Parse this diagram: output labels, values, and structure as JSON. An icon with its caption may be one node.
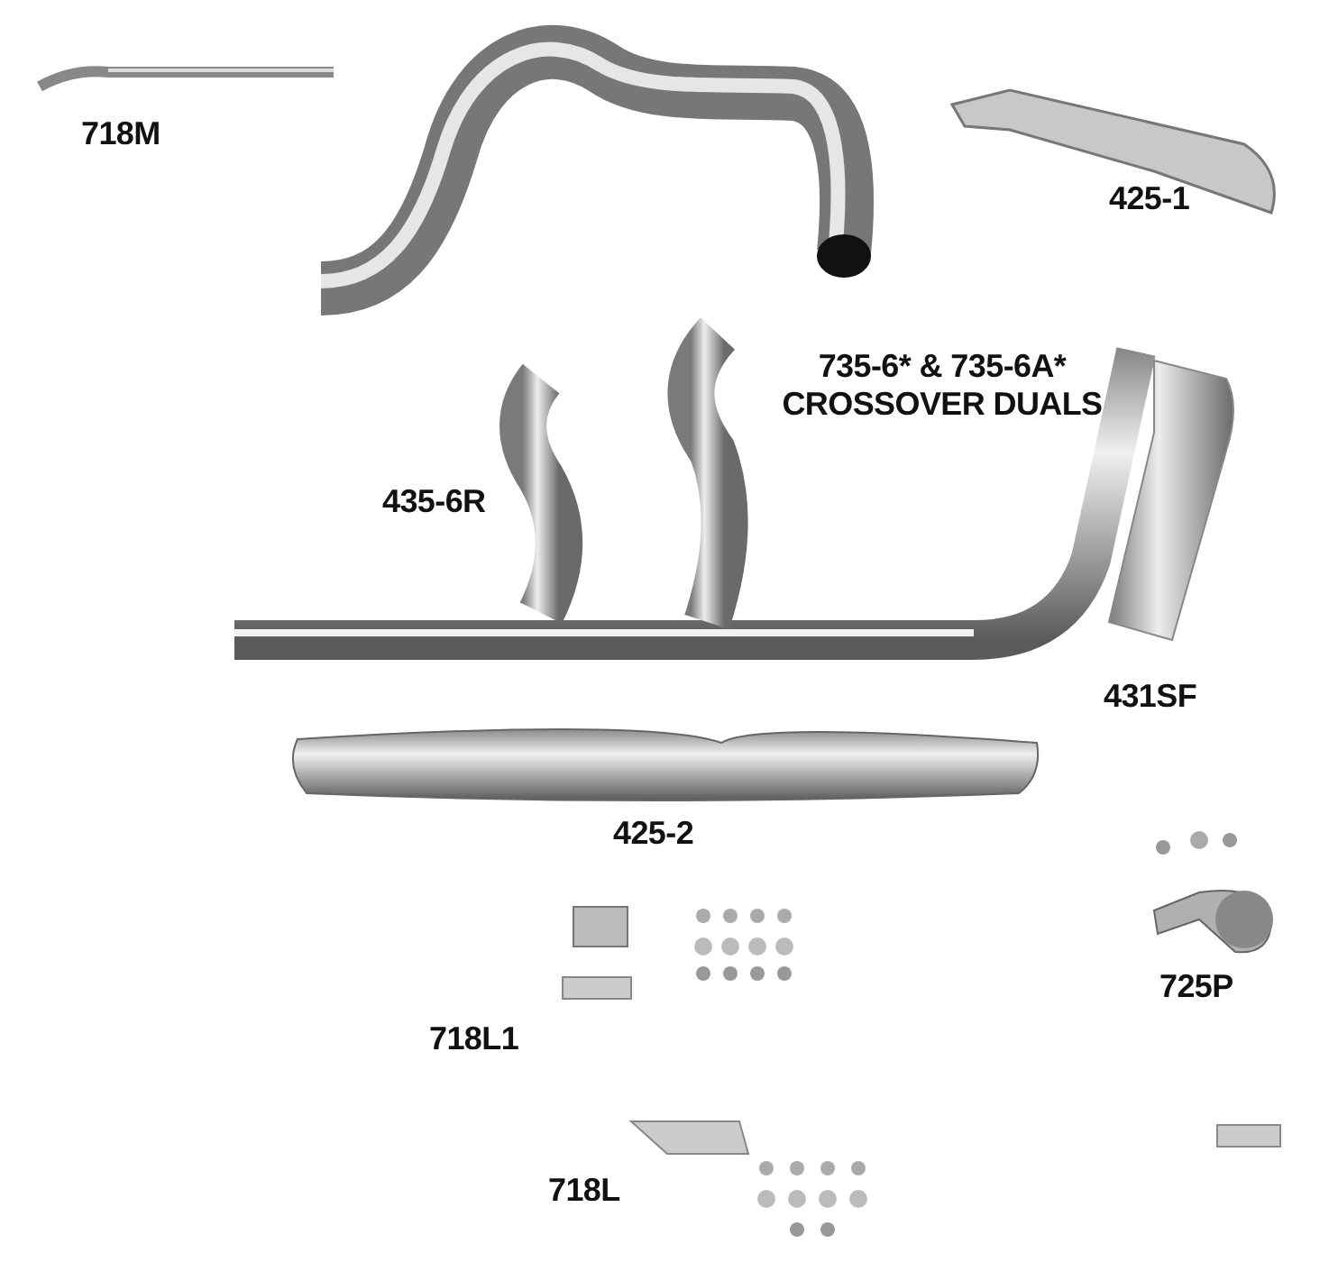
{
  "diagram": {
    "labels": [
      "718M",
      "425-1",
      "735-6* & 735-6A* CROSSOVER DUALS",
      "435-6R",
      "431SF",
      "425-2",
      "725P",
      "718L1",
      "718L"
    ]
  }
}
